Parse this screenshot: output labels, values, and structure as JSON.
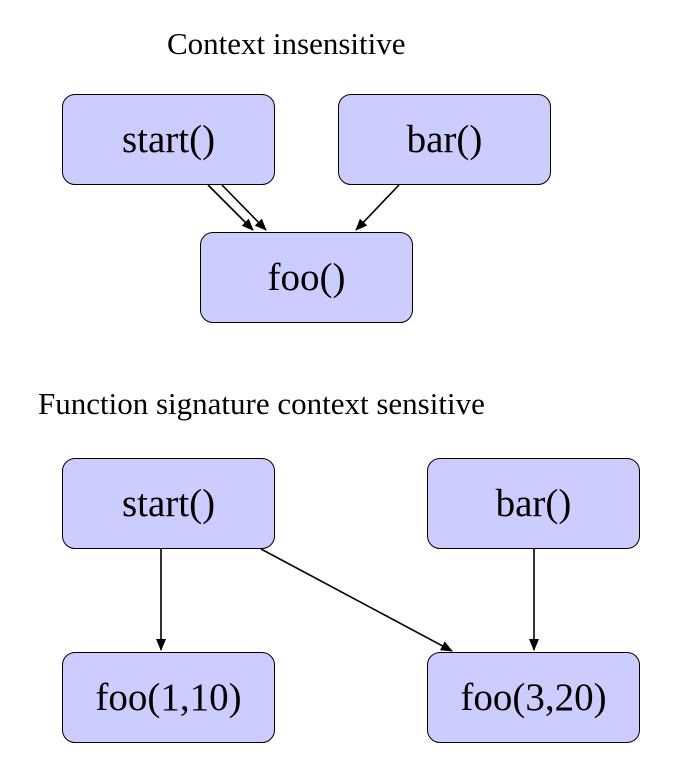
{
  "diagram_1": {
    "title": "Context insensitive",
    "nodes": {
      "start": "start()",
      "bar": "bar()",
      "foo": "foo()"
    },
    "edges": [
      {
        "from": "start",
        "to": "foo"
      },
      {
        "from": "start",
        "to": "foo"
      },
      {
        "from": "bar",
        "to": "foo"
      }
    ]
  },
  "diagram_2": {
    "title": "Function signature context sensitive",
    "nodes": {
      "start": "start()",
      "bar": "bar()",
      "foo_a": "foo(1,10)",
      "foo_b": "foo(3,20)"
    },
    "edges": [
      {
        "from": "start",
        "to": "foo_a"
      },
      {
        "from": "start",
        "to": "foo_b"
      },
      {
        "from": "bar",
        "to": "foo_b"
      }
    ]
  },
  "colors": {
    "node_fill": "#ccccff",
    "node_border": "#000000",
    "edge": "#000000"
  }
}
